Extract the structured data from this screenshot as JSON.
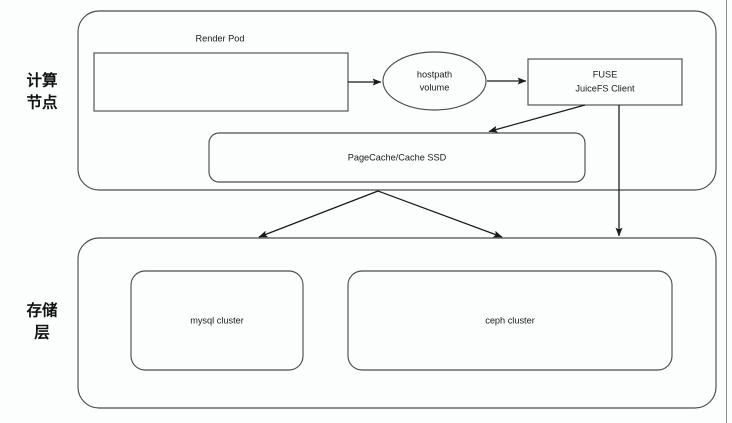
{
  "diagram": {
    "title_present": false,
    "colors": {
      "background": "#fcfdfd",
      "shape_border": "#4d4d4d",
      "connector": "#1a1a1a",
      "text": "#1a1a1a"
    },
    "sections": [
      {
        "id": "compute",
        "label_line1": "计算",
        "label_line2": "节点"
      },
      {
        "id": "storage",
        "label_line1": "存储",
        "label_line2": "层"
      }
    ],
    "compute_layer": {
      "container_name": "compute-node-container",
      "pod_title": "Render Pod",
      "pod_body_text": "",
      "volume_label_line1": "hostpath",
      "volume_label_line2": "volume",
      "client_label_line1": "FUSE",
      "client_label_line2": "JuiceFS Client",
      "cache_label": "PageCache/Cache SSD"
    },
    "storage_layer": {
      "container_name": "storage-layer-container",
      "clusters": [
        {
          "id": "mysql",
          "label": "mysql cluster"
        },
        {
          "id": "ceph",
          "label": "ceph cluster"
        }
      ]
    },
    "connections": [
      {
        "from": "render-pod-box",
        "to": "hostpath-volume",
        "style": "arrow"
      },
      {
        "from": "hostpath-volume",
        "to": "fuse-juicefs-client",
        "style": "arrow"
      },
      {
        "from": "fuse-juicefs-client",
        "to": "pagecache-ssd",
        "style": "arrow"
      },
      {
        "from": "pagecache-ssd",
        "to": "mysql-cluster",
        "style": "arrow"
      },
      {
        "from": "pagecache-ssd",
        "to": "ceph-cluster",
        "style": "arrow"
      },
      {
        "from": "fuse-juicefs-client",
        "to": "storage-layer-container",
        "style": "arrow"
      }
    ]
  }
}
